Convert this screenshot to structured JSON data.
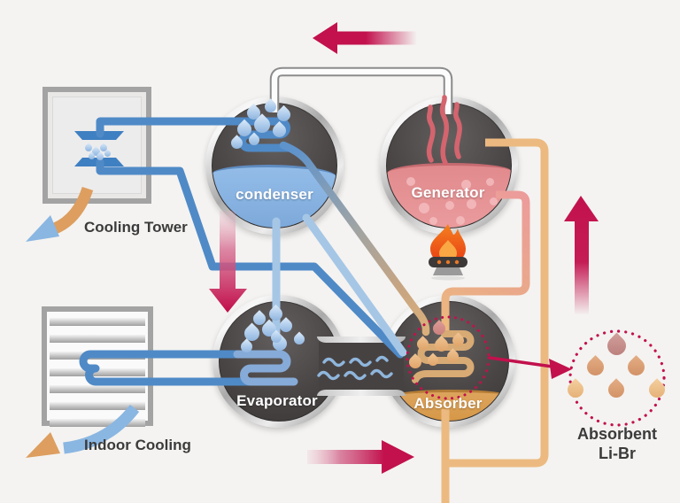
{
  "labels": {
    "cooling_tower": "Cooling Tower",
    "indoor_cooling": "Indoor Cooling",
    "condenser": "condenser",
    "generator": "Generator",
    "evaporator": "Evaporator",
    "absorber": "Absorber",
    "absorbent_line1": "Absorbent",
    "absorbent_line2": "Li-Br"
  },
  "colors": {
    "flow_arrow": "#c2114d",
    "dotted_circle": "#c2114d",
    "cooling_water_pipe": "#4f8ac7",
    "light_water_pipe": "#a6c6e6",
    "solution_pipe": "#ecba80",
    "hot_solution_pipe": "#ec9b9b",
    "vapor_pipe_outline": "#8b8b8b",
    "condenser_water": "#84aede",
    "generator_liquid": "#e58a8c",
    "absorber_liquid": "#dca45e",
    "flame": "#ee5a17",
    "warm_air_arrow": "#dd9e5f",
    "cool_air_arrow": "#8ab6e2"
  },
  "arrows": [
    {
      "name": "flow-arrow-top",
      "direction": "left"
    },
    {
      "name": "flow-arrow-down",
      "direction": "down"
    },
    {
      "name": "flow-arrow-bottom",
      "direction": "right"
    },
    {
      "name": "flow-arrow-up",
      "direction": "up"
    },
    {
      "name": "absorbent-arrow",
      "direction": "right"
    }
  ],
  "icons": [
    "heat-exchanger-icon",
    "water-drop-icon",
    "flame-icon",
    "burner-icon",
    "steam-icon",
    "vapor-waves-icon",
    "airflow-arrow-icon",
    "dotted-circle-icon"
  ]
}
